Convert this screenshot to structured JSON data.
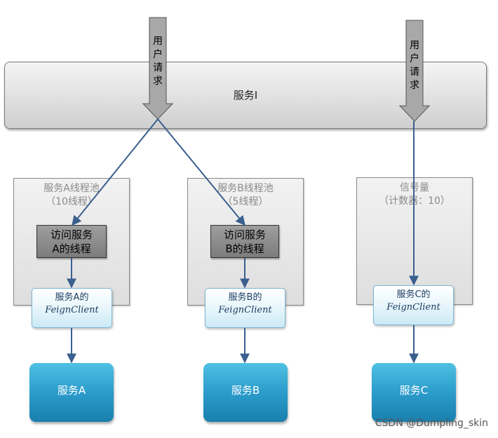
{
  "request_label": "用户请求",
  "service_i": "服务I",
  "pool_a": {
    "title": "服务A线程池",
    "subtitle": "（10线程）",
    "thread_label_1": "访问服务",
    "thread_label_2": "A的线程"
  },
  "pool_b": {
    "title": "服务B线程池",
    "subtitle": "（5线程）",
    "thread_label_1": "访问服务",
    "thread_label_2": "B的线程"
  },
  "semaphore": {
    "title": "信号量",
    "subtitle": "（计数器：10）"
  },
  "feign_a": {
    "line1": "服务A的",
    "line2": "FeignClient"
  },
  "feign_b": {
    "line1": "服务B的",
    "line2": "FeignClient"
  },
  "feign_c": {
    "line1": "服务C的",
    "line2": "FeignClient"
  },
  "service_a": "服务A",
  "service_b": "服务B",
  "service_c": "服务C",
  "watermark": "CSDN @Dumpling_skin",
  "colors": {
    "connector": "#3a5f8f",
    "node": "#2b9ccb",
    "arrow_fill": "#a8a8a8"
  }
}
